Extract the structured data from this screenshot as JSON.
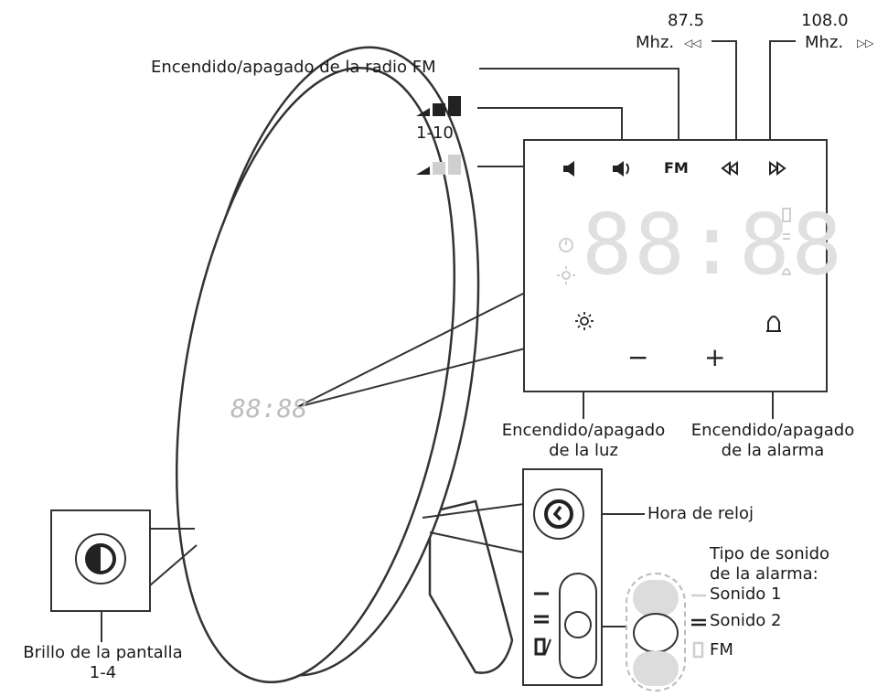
{
  "labels": {
    "radio_fm_toggle": "Encendido/apagado de la radio FM",
    "fm_min_freq": "87.5",
    "fm_min_unit": "Mhz.",
    "fm_max_freq": "108.0",
    "fm_max_unit": "Mhz.",
    "volume_range": "1-10",
    "light_toggle_line1": "Encendido/apagado",
    "light_toggle_line2": "de la luz",
    "alarm_toggle_line1": "Encendido/apagado",
    "alarm_toggle_line2": "de la alarma",
    "clock_time": "Hora de reloj",
    "alarm_sound_type_line1": "Tipo de sonido",
    "alarm_sound_type_line2": "de la alarma:",
    "sound_1": "Sonido 1",
    "sound_2": "Sonido 2",
    "sound_fm": "FM",
    "screen_brightness": "Brillo de la pantalla",
    "brightness_range": "1-4"
  },
  "display": {
    "fm_button": "FM",
    "minus_button": "−",
    "plus_button": "+",
    "digits": "88:88",
    "device_digits": "88:88"
  },
  "colors": {
    "line": "#333333",
    "segment_gray": "#d6d6d6",
    "icon_dark": "#222222",
    "slider_gray": "#dddddd"
  }
}
